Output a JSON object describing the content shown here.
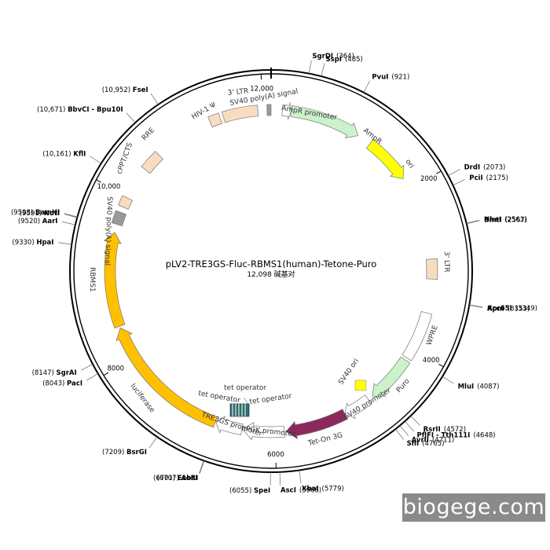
{
  "plasmid": {
    "name": "pLV2-TRE3GS-Fluc-RBMS1(human)-Tetone-Puro",
    "size_label": "12,098 碱基对",
    "total_bp": 12098
  },
  "ticks": [
    "2000",
    "4000",
    "6000",
    "8000",
    "10,000",
    "12,000"
  ],
  "sites": [
    {
      "name": "SgrDI",
      "pos": "(364)",
      "bp": 364
    },
    {
      "name": "SspI",
      "pos": "(485)",
      "bp": 485
    },
    {
      "name": "PvuI",
      "pos": "(921)",
      "bp": 921
    },
    {
      "name": "DrdI",
      "pos": "(2073)",
      "bp": 2073
    },
    {
      "name": "PciI",
      "pos": "(2175)",
      "bp": 2175
    },
    {
      "name": "NheI",
      "pos": "(2563)",
      "bp": 2563
    },
    {
      "name": "BmtI",
      "pos": "(2567)",
      "bp": 2567
    },
    {
      "name": "Acc65I",
      "pos": "(3349)",
      "bp": 3349
    },
    {
      "name": "KpnI",
      "pos": "(3353)",
      "bp": 3353
    },
    {
      "name": "MluI",
      "pos": "(4087)",
      "bp": 4087
    },
    {
      "name": "RsrII",
      "pos": "(4572)",
      "bp": 4572
    },
    {
      "name": "PflFI - Tth111I",
      "pos": "(4648)",
      "bp": 4648
    },
    {
      "name": "AvrII",
      "pos": "(4711)",
      "bp": 4711
    },
    {
      "name": "SfiI",
      "pos": "(4765)",
      "bp": 4765
    },
    {
      "name": "XbaI",
      "pos": "(5779)",
      "bp": 5779
    },
    {
      "name": "AscI",
      "pos": "(5966)",
      "bp": 5966
    },
    {
      "name": "SpeI",
      "pos": "(6055)",
      "bp": 6055
    },
    {
      "name": "AbsI",
      "pos": "(6707)",
      "bp": 6707
    },
    {
      "name": "EcoRI",
      "pos": "(6701)",
      "bp": 6701
    },
    {
      "name": "BsrGI",
      "pos": "(7209)",
      "bp": 7209
    },
    {
      "name": "PacI",
      "pos": "(8043)",
      "bp": 8043
    },
    {
      "name": "SgrAI",
      "pos": "(8147)",
      "bp": 8147
    },
    {
      "name": "HpaI",
      "pos": "(9330)",
      "bp": 9330
    },
    {
      "name": "AarI",
      "pos": "(9520)",
      "bp": 9520
    },
    {
      "name": "NotI",
      "pos": "(9591)",
      "bp": 9591
    },
    {
      "name": "BamHI",
      "pos": "(9598)",
      "bp": 9598
    },
    {
      "name": "KflI",
      "pos": "(10,161)",
      "bp": 10161
    },
    {
      "name": "BbvCI - Bpu10I",
      "pos": "(10,671)",
      "bp": 10671
    },
    {
      "name": "FseI",
      "pos": "(10,952)",
      "bp": 10952
    }
  ],
  "features": [
    {
      "name": "AmpR promoter",
      "start": 135,
      "end": 240,
      "color": "#ffffff",
      "arrow": true
    },
    {
      "name": "AmpR",
      "start": 241,
      "end": 1100,
      "color": "#ccf2cc",
      "arrow": true
    },
    {
      "name": "ori",
      "start": 1270,
      "end": 1850,
      "color": "#ffff00",
      "arrow": true
    },
    {
      "name": "3' LTR",
      "start": 2880,
      "end": 3120,
      "color": "#f9dcbf",
      "arrow": false
    },
    {
      "name": "WPRE",
      "start": 3530,
      "end": 4120,
      "color": "#ffffff",
      "arrow": false
    },
    {
      "name": "Puro",
      "start": 4150,
      "end": 4740,
      "color": "#ccf2cc",
      "arrow": true
    },
    {
      "name": "SV40 promoter",
      "start": 4800,
      "end": 5130,
      "color": "#ffffff",
      "arrow": true
    },
    {
      "name": "Tet-On 3G",
      "start": 5130,
      "end": 5870,
      "color": "#8b2a5a",
      "arrow": true
    },
    {
      "name": "hPGK promoter",
      "start": 5890,
      "end": 6390,
      "color": "#ffffff",
      "arrow": true
    },
    {
      "name": "TRE3GS promoter",
      "start": 6400,
      "end": 6720,
      "color": "#ffffff",
      "arrow": true
    },
    {
      "name": "luciferase",
      "start": 6730,
      "end": 8380,
      "color": "#ffc000",
      "arrow": true
    },
    {
      "name": "RBMS1",
      "start": 8400,
      "end": 9540,
      "color": "#ffc000",
      "arrow": true
    },
    {
      "name": "SV40 poly(A) signal",
      "start": 9640,
      "end": 9790,
      "color": "#999999",
      "arrow": false
    },
    {
      "name": "cPPT/CTS",
      "start": 9860,
      "end": 9980,
      "color": "#f9dcbf",
      "arrow": false
    },
    {
      "name": "RRE",
      "start": 10380,
      "end": 10620,
      "color": "#f9dcbf",
      "arrow": false
    },
    {
      "name": "HIV-1 Ψ",
      "start": 11350,
      "end": 11480,
      "color": "#f9dcbf",
      "arrow": false
    },
    {
      "name": "3' LTR",
      "start": 11520,
      "end": 11940,
      "color": "#f9dcbf",
      "arrow": false
    },
    {
      "name": "SV40 poly(A) signal",
      "start": 12050,
      "end": 12098,
      "color": "#999999",
      "arrow": false
    }
  ],
  "inner_labels": {
    "sv40_polya_top": "SV40 poly(A) signal",
    "hiv_psi": "HIV-1 Ψ",
    "ltr_top": "3' LTR",
    "ampr_promoter": "AmpR promoter",
    "ampr": "AmpR",
    "ori": "ori",
    "ltr_right": "3' LTR",
    "wpre": "WPRE",
    "sv40_ori": "SV40 ori",
    "puro": "Puro",
    "sv40_promoter": "SV40 promoter",
    "tet_on": "Tet-On 3G",
    "hpgk": "hPGK promoter",
    "tre3gs": "TRE3GS promoter",
    "tet_op1": "tet operator",
    "tet_op2": "tet operator",
    "tet_op3": "tet operator",
    "luciferase": "luciferase",
    "rbms1": "RBMS1",
    "sv40_polya_left": "SV40 poly(A) signal",
    "cppt": "cPPT/CTS",
    "rre": "RRE"
  },
  "watermark": "biogege.com",
  "colors": {
    "backbone": "#000000",
    "green_feature": "#ccf2cc",
    "yellow_feature": "#ffff00",
    "orange_feature": "#ffc000",
    "peach_feature": "#f9dcbf",
    "grey_feature": "#999999",
    "tet_on": "#8b2a5a"
  }
}
